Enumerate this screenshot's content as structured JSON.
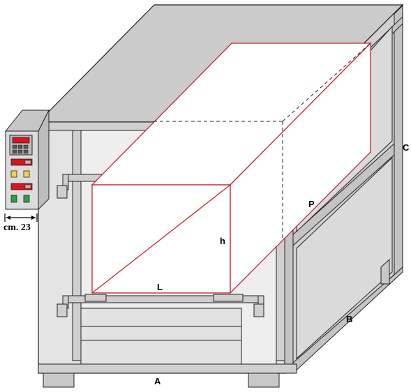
{
  "labels": {
    "a": "A",
    "b": "B",
    "c": "C",
    "length": "L",
    "height": "h",
    "depth": "P",
    "panel_width": "cm. 23"
  },
  "colors": {
    "machine_body": "#d4d4d4",
    "machine_top": "#cacaca",
    "machine_front": "#e6e6e6",
    "outline": "#222222",
    "load_outline": "#c0262e",
    "display_red": "#d8141c",
    "button_green": "#2ea043",
    "button_yellow": "#f2d256"
  }
}
